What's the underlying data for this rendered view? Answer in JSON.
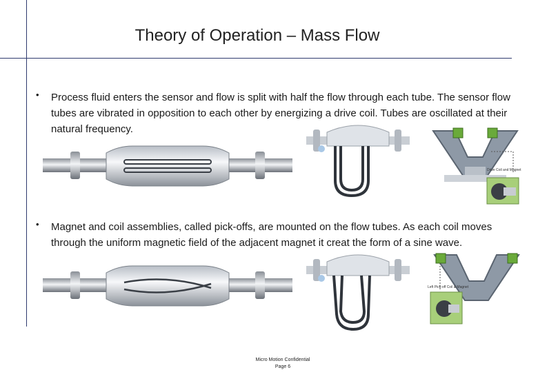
{
  "slide": {
    "title": "Theory of Operation – Mass Flow",
    "bullets": [
      {
        "marker": "•",
        "text": "Process fluid enters the sensor and flow is split with half the flow through each tube. The sensor flow tubes are vibrated in opposition to each other by energizing a drive coil. Tubes are oscillated at their natural frequency."
      },
      {
        "marker": "•",
        "text": "Magnet and coil assemblies, called pick-offs, are mounted on the flow tubes. As each coil moves through the uniform magnetic field of the adjacent magnet it creat the form of a sine wave."
      }
    ],
    "figures": {
      "drive_callout_label": "Drive Coil and Magnet",
      "pickoff_callout_label": "Left Pick-off Coil & Magnet"
    },
    "footer": {
      "confidential": "Micro Motion Confidential",
      "page": "Page 6"
    }
  }
}
